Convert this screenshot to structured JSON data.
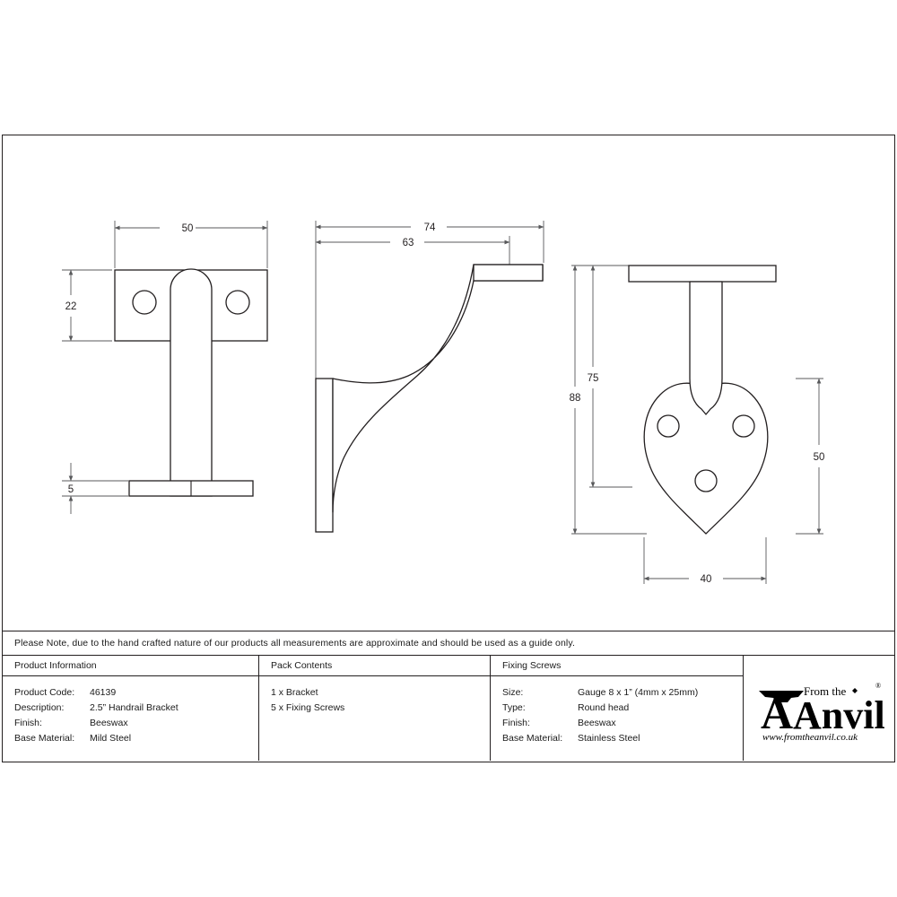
{
  "sheet": {
    "note": "Please Note, due to the hand crafted nature of our products all measurements are approximate and should be used as a guide only."
  },
  "views": {
    "front": {
      "name": "front-elevation",
      "dims": {
        "width": "50",
        "plate_height": "22",
        "base_thickness": "5"
      }
    },
    "side": {
      "name": "side-elevation",
      "dims": {
        "overall_projection": "74",
        "arm_length": "63"
      }
    },
    "plan": {
      "name": "plan-view",
      "dims": {
        "overall_height": "88",
        "plate_offset": "75",
        "plate_length": "50",
        "plate_width": "40"
      }
    }
  },
  "table": {
    "product_information": {
      "heading": "Product Information",
      "rows": [
        {
          "key": "Product Code:",
          "value": "46139"
        },
        {
          "key": "Description:",
          "value": "2.5” Handrail Bracket"
        },
        {
          "key": "Finish:",
          "value": "Beeswax"
        },
        {
          "key": "Base Material:",
          "value": "Mild Steel"
        }
      ]
    },
    "pack_contents": {
      "heading": "Pack Contents",
      "items": [
        "1 x Bracket",
        "5 x Fixing Screws"
      ]
    },
    "fixing_screws": {
      "heading": "Fixing Screws",
      "rows": [
        {
          "key": "Size:",
          "value": "Gauge 8 x 1” (4mm x 25mm)"
        },
        {
          "key": "Type:",
          "value": "Round head"
        },
        {
          "key": "Finish:",
          "value": "Beeswax"
        },
        {
          "key": "Base Material:",
          "value": "Stainless Steel"
        }
      ]
    },
    "brand": {
      "heading": "",
      "wordmark_top": "From the",
      "wordmark_main": "Anvil",
      "website": "www.fromtheanvil.co.uk",
      "registered_mark": "®"
    }
  },
  "colors": {
    "line": "#231f20",
    "dimension": "#58595b",
    "text": "#1a1a1a",
    "background": "#ffffff"
  }
}
